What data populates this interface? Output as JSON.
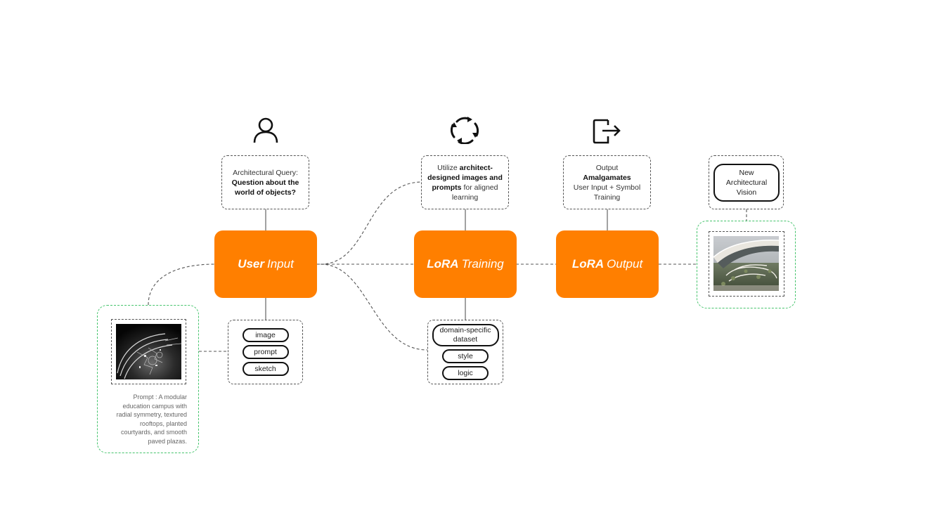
{
  "colors": {
    "hub_fill": "#ff7f00",
    "green_dash": "#45c46c",
    "line": "#555555"
  },
  "icons": {
    "user": "user-icon",
    "training": "refresh-cycle-icon",
    "output": "exit-arrow-icon"
  },
  "hubs": {
    "user_input": {
      "bold": "User",
      "rest": "Input"
    },
    "lora_training": {
      "bold": "LoRA",
      "rest": "Training"
    },
    "lora_output": {
      "bold": "LoRA",
      "rest": "Output"
    }
  },
  "notes": {
    "query": {
      "line1": "Architectural Query:",
      "line2": "Question about the",
      "line3": "world of objects?"
    },
    "utilize": {
      "pre": "Utilize",
      "b1": "architect-",
      "b2": "designed images and",
      "b3": "prompts",
      "post3": "for aligned",
      "line4": "learning"
    },
    "output": {
      "line1": "Output",
      "line2": "Amalgamates",
      "line3": "User Input + Symbol",
      "line4": "Training"
    }
  },
  "inputs": [
    "image",
    "prompt",
    "sketch"
  ],
  "dataset": {
    "line1": "domain-specific",
    "line2": "dataset",
    "style": "style",
    "logic": "logic"
  },
  "vision": {
    "line1": "New",
    "line2": "Architectural",
    "line3": "Vision"
  },
  "prompt_caption": {
    "line1": "Prompt : A modular",
    "line2": "education campus with",
    "line3": "radial symmetry, textured",
    "line4": "rooftops, planted",
    "line5": "courtyards, and smooth",
    "line6": "paved plazas."
  }
}
